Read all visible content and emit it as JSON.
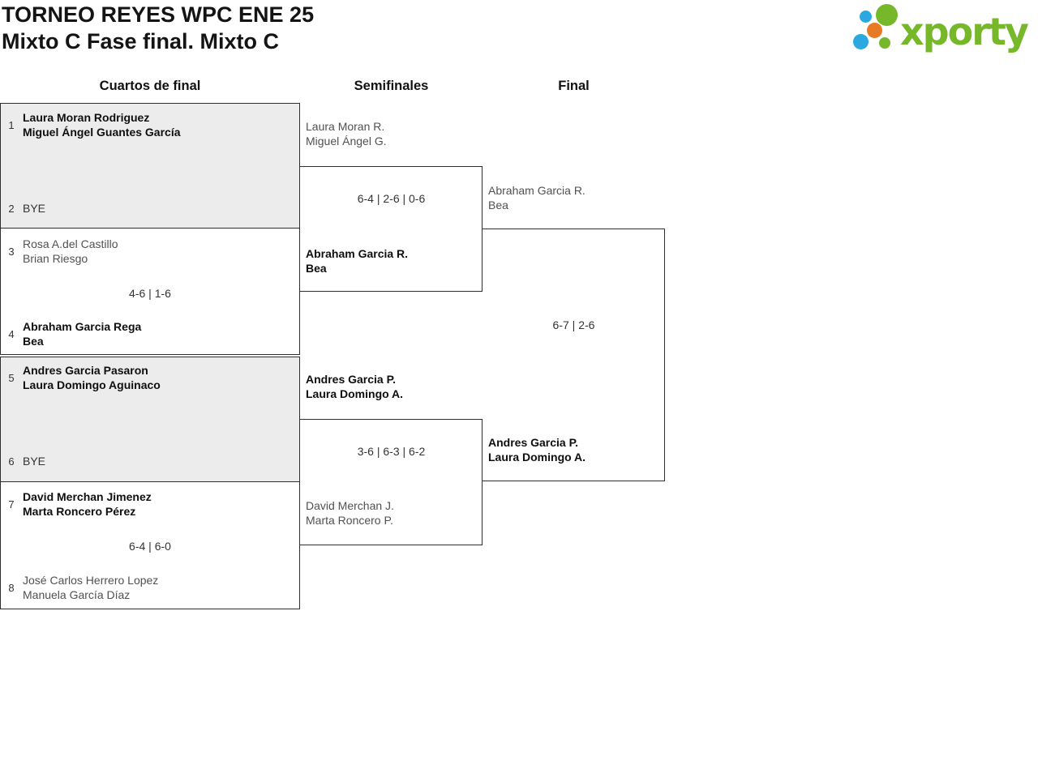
{
  "header": {
    "title_line1": "TORNEO REYES WPC ENE 25",
    "title_line2": "Mixto C Fase final. Mixto C"
  },
  "logo": {
    "text": "xporty"
  },
  "columns": {
    "quarterfinals": "Cuartos de final",
    "semifinals": "Semifinales",
    "final": "Final"
  },
  "colors": {
    "brand_green": "#76b82a",
    "brand_blue": "#2aa9e0",
    "brand_orange": "#e87a24",
    "box_gray": "#ececec",
    "border": "#2e2e2e",
    "winner_text": "#0f0f0f",
    "loser_text": "#515151"
  },
  "qf": [
    {
      "seed1": "1",
      "p1_line1": "Laura Moran Rodriguez",
      "p1_line2": "Miguel Ángel Guantes García",
      "score": "",
      "seed2": "2",
      "p2_line1": "BYE",
      "p2_line2": ""
    },
    {
      "seed1": "3",
      "p1_line1": "Rosa A.del Castillo",
      "p1_line2": "Brian Riesgo",
      "score": "4-6 | 1-6",
      "seed2": "4",
      "p2_line1": "Abraham Garcia Rega",
      "p2_line2": "Bea"
    },
    {
      "seed1": "5",
      "p1_line1": "Andres Garcia Pasaron",
      "p1_line2": "Laura Domingo Aguinaco",
      "score": "",
      "seed2": "6",
      "p2_line1": "BYE",
      "p2_line2": ""
    },
    {
      "seed1": "7",
      "p1_line1": "David Merchan Jimenez",
      "p1_line2": "Marta Roncero Pérez",
      "score": "6-4 | 6-0",
      "seed2": "8",
      "p2_line1": "José Carlos Herrero Lopez",
      "p2_line2": "Manuela García Díaz"
    }
  ],
  "sf": [
    {
      "p1_line1": "Laura Moran R.",
      "p1_line2": "Miguel Ángel G.",
      "score": "6-4 | 2-6 | 0-6",
      "p2_line1": "Abraham Garcia R.",
      "p2_line2": "Bea"
    },
    {
      "p1_line1": "Andres Garcia P.",
      "p1_line2": "Laura Domingo A.",
      "score": "3-6 | 6-3 | 6-2",
      "p2_line1": "David Merchan J.",
      "p2_line2": "Marta Roncero P."
    }
  ],
  "final": {
    "p1_line1": "Abraham Garcia R.",
    "p1_line2": "Bea",
    "score": "6-7 | 2-6",
    "p2_line1": "Andres Garcia P.",
    "p2_line2": "Laura Domingo A."
  }
}
